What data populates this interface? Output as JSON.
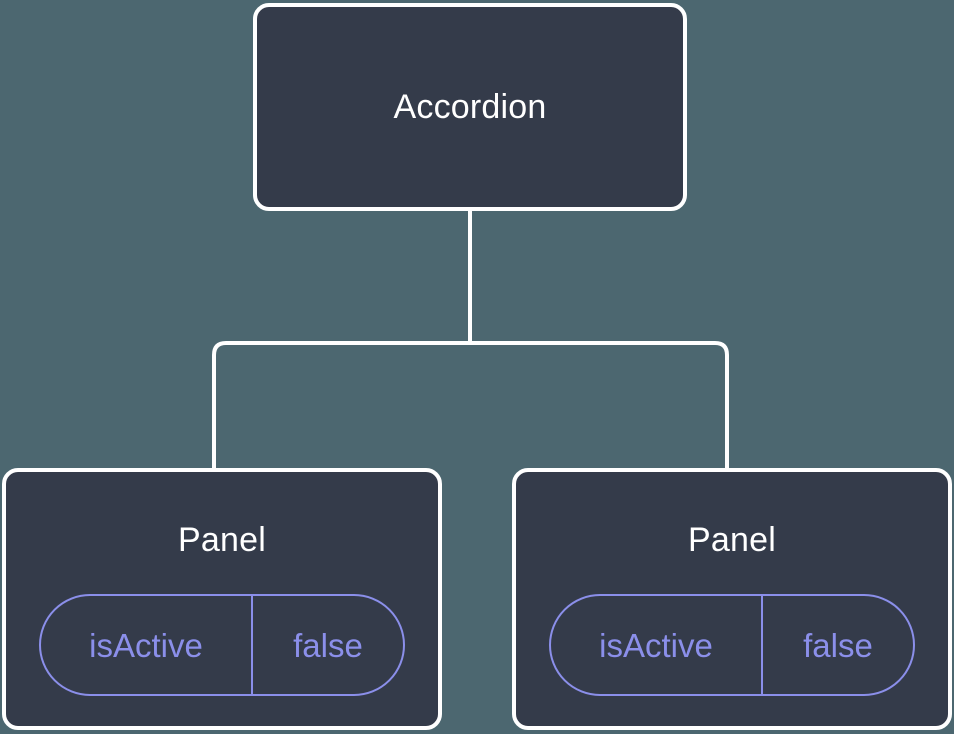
{
  "diagram": {
    "type": "component-tree",
    "background_color": "#4c6770",
    "node_fill_color": "#343b4a",
    "node_border_color": "#ffffff",
    "connector_color": "#ffffff",
    "accent_color": "#8b8fea",
    "root": {
      "label": "Accordion"
    },
    "children": [
      {
        "label": "Panel",
        "state": {
          "key": "isActive",
          "value": "false"
        }
      },
      {
        "label": "Panel",
        "state": {
          "key": "isActive",
          "value": "false"
        }
      }
    ]
  }
}
